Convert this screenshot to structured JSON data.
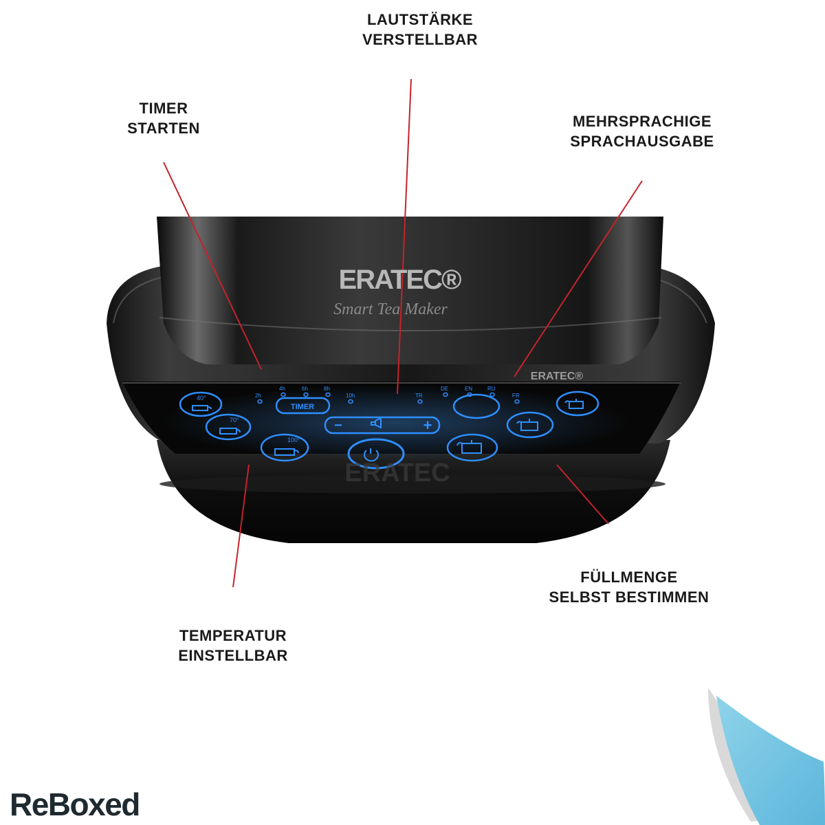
{
  "callouts": {
    "volume": {
      "line1": "LAUTSTÄRKE",
      "line2": "VERSTELLBAR"
    },
    "timer": {
      "line1": "TIMER",
      "line2": "STARTEN"
    },
    "voice": {
      "line1": "MEHRSPRACHIGE",
      "line2": "SPRACHAUSGABE"
    },
    "fill": {
      "line1": "FÜLLMENGE",
      "line2": "SELBST BESTIMMEN"
    },
    "temp": {
      "line1": "TEMPERATUR",
      "line2": "EINSTELLBAR"
    }
  },
  "product": {
    "brand": "ERATEC®",
    "brand_small": "ERATEC®",
    "model": "Smart Tea Maker",
    "reflection": "ERATEC"
  },
  "panel": {
    "timer_options": [
      "2h",
      "4h",
      "6h",
      "8h",
      "10h"
    ],
    "timer_button": "TIMER",
    "volume_minus": "−",
    "volume_plus": "+",
    "languages": [
      "TR",
      "DE",
      "EN",
      "RU",
      "FR"
    ],
    "temps": [
      "40°",
      "70°",
      "100°"
    ]
  },
  "watermark": "ReBoxed",
  "colors": {
    "callout_line": "#c4232b",
    "panel_glow": "#2f8fff",
    "corner_accent": "#6fc3e2"
  }
}
